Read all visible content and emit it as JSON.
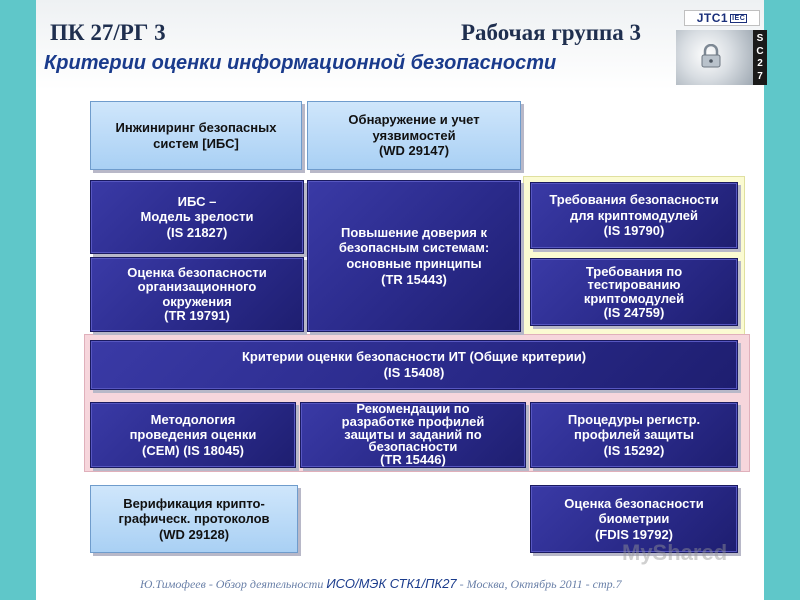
{
  "header": {
    "left_title": "ПК 27/РГ 3",
    "right_title": "Рабочая группа 3",
    "subtitle": "Критерии оценки информационной безопасности"
  },
  "logo": {
    "text": "JTC1",
    "iec": "IEC"
  },
  "sc27": [
    "S",
    "C",
    "2",
    "7"
  ],
  "boxes": {
    "ibs": {
      "l1": "Инжиниринг безопасных",
      "l2": "систем [ИБС]"
    },
    "vuln": {
      "l1": "Обнаружение и учет",
      "l2": "уязвимостей",
      "l3": "(WD 29147)"
    },
    "maturity": {
      "l1": "ИБС –",
      "l2": "Модель зрелости",
      "l3": "(IS 21827)"
    },
    "org": {
      "l1": "Оценка безопасности",
      "l2": "организационного",
      "l3": "окружения",
      "l4": "(TR 19791)"
    },
    "trust": {
      "l1": "Повышение доверия к",
      "l2": "безопасным системам:",
      "l3": "основные принципы",
      "l4": "(TR 15443)"
    },
    "crypto_req": {
      "l1": "Требования безопасности",
      "l2": "для  криптомодулей",
      "l3": "(IS 19790)"
    },
    "crypto_test": {
      "l1": "Требования по",
      "l2": "тестированию",
      "l3": "криптомодулей",
      "l4": "(IS 24759)"
    },
    "common_criteria": {
      "l1": "Критерии оценки безопасности ИТ (Общие критерии)",
      "l2": "(IS 15408)"
    },
    "cem": {
      "l1": "Методология",
      "l2": "проведения оценки",
      "l3": "(CEM) (IS 18045)"
    },
    "profiles": {
      "l1": "Рекомендации по",
      "l2": "разработке профилей",
      "l3": "защиты и заданий по",
      "l4": "безопасности",
      "l5": "(TR 15446)"
    },
    "registry": {
      "l1": "Процедуры регистр.",
      "l2": "профилей защиты",
      "l3": "(IS 15292)"
    },
    "crypto_proto": {
      "l1": "Верификация крипто-",
      "l2": "графическ. протоколов",
      "l3": "(WD 29128)"
    },
    "biometrics": {
      "l1": "Оценка безопасности",
      "l2": "биометрии",
      "l3": "(FDIS 19792)"
    }
  },
  "footer": {
    "left": "Ю.Тимофеев - Обзор деятельности ",
    "middle": "ИСО/МЭК СТК1/ПК27",
    "right": " - Москва, Октябрь 2011 - стр.7"
  },
  "watermark": "MyShared",
  "colors": {
    "frame": "#5fc7c9",
    "dark_box": "#2a2a8a",
    "light_box": "#aed3f5",
    "pink_zone": "#f6d6dc",
    "yellow_zone": "#fbfbd2",
    "title_blue": "#1a3b8c"
  }
}
